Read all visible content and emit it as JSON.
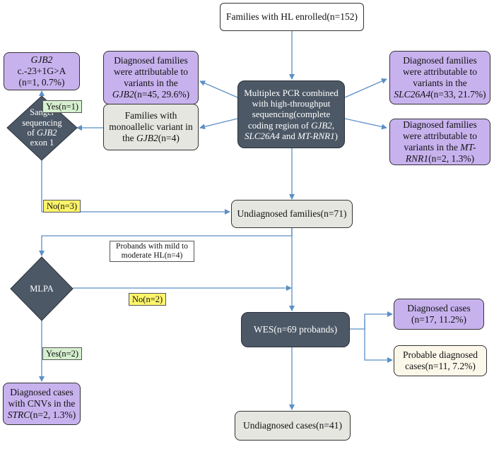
{
  "nodes": {
    "enrolled": "Families with HL enrolled(n=152)",
    "multiplex": {
      "line1": "Multiplex PCR combined",
      "line2": "with high-throughput",
      "line3": "sequencing(complete",
      "line4_pre": "coding region of ",
      "gene1": "GJB2",
      "sep1": ",",
      "gene2": "SLC26A4",
      "and": " and ",
      "gene3": "MT-RNR1",
      "close": ")"
    },
    "diag_gjb2": {
      "line1": "Diagnosed families",
      "line2": "were attributable to",
      "line3": "variants in the",
      "gene": "GJB2",
      "stat": "(n=45, 29.6%)"
    },
    "diag_slc": {
      "line1": "Diagnosed families",
      "line2": "were attributable to",
      "line3": "variants in the",
      "gene": "SLC26A4",
      "stat": "(n=33, 21.7%)"
    },
    "diag_mt": {
      "line1": "Diagnosed families",
      "line2": "were attributable to",
      "line3_pre": "variants in the ",
      "gene_a": "MT-",
      "gene_b": "RNR1",
      "stat": "(n=2, 1.3%)"
    },
    "monoallelic": {
      "line1": "Families with",
      "line2": "monoallelic variant in",
      "line3_pre": "the ",
      "gene": "GJB2",
      "stat": "(n=4)"
    },
    "gjb2_variant": {
      "gene": "GJB2",
      "variant": "c.-23+1G>A",
      "stat": "(n=1, 0.7%)"
    },
    "sanger": {
      "line1": "Sanger",
      "line2": "sequencing",
      "line3_pre": "of ",
      "gene": "GJB2",
      "line4": "exon 1"
    },
    "undiag_families": "Undiagnosed families(n=71)",
    "mlpa": "MLPA",
    "wes": "WES(n=69 probands)",
    "diag_cases": {
      "line1": "Diagnosed cases",
      "line2": "(n=17, 11.2%)"
    },
    "probable": {
      "line1": "Probable diagnosed",
      "line2": "cases(n=11, 7.2%)"
    },
    "cnv": {
      "line1": "Diagnosed cases",
      "line2": "with CNVs in the",
      "gene": "STRC",
      "stat": "(n=2, 1.3%)"
    },
    "undiag_cases": "Undiagnosed cases(n=41)"
  },
  "labels": {
    "yes1": "Yes(n=1)",
    "no3": "No(n=3)",
    "mild": "Probands with mild to moderate HL(n=4)",
    "no2": "No(n=2)",
    "yes2": "Yes(n=2)"
  },
  "colors": {
    "purple": "#c8b2ee",
    "dark": "#4c5866",
    "gray": "#e6e6e1",
    "cream": "#fbf8ea",
    "green_label": "#d6f0cf",
    "yellow_label": "#fff56b",
    "arrow": "#5b8fc7"
  }
}
